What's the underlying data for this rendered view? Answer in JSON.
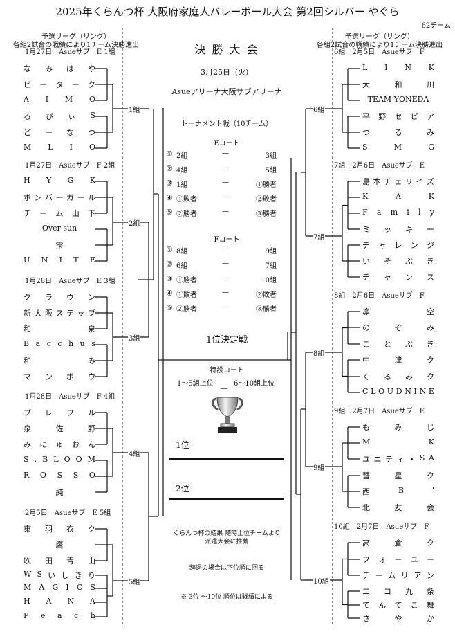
{
  "title": "2025年くらんつ杯 大阪府家庭人バレーボール大会 第2回シルバー やぐら",
  "team_count": "62チーム",
  "left_header": {
    "line1": "予選リーグ（リング）",
    "line2": "各組2試合の戦績により1チーム決勝進出"
  },
  "right_header": {
    "line1": "予選リーグ（リング）",
    "line2": "各組2試合の戦績により1チーム決勝進出"
  },
  "left_groups": [
    {
      "label": "1月27日　Asueサブ　E 1組",
      "tag": "1組",
      "pools": [
        [
          "なみはや",
          "ビーターク",
          "AIMO"
        ],
        [
          "るぴぃS",
          "どーなつ",
          "MLIO"
        ]
      ]
    },
    {
      "label": "1月27日　Asueサブ　F 2組",
      "tag": "2組",
      "pools": [
        [
          "HYGK",
          "ボンバーガール",
          "チーム山下"
        ],
        [
          "Over sun",
          "雫",
          "UNITE"
        ]
      ]
    },
    {
      "label": "1月28日　Asueサブ　E 3組",
      "tag": "3組",
      "pools": [
        [
          "クラウン",
          "新大阪ステップ",
          "和泉"
        ],
        [
          "Bacchus",
          "和み",
          "マンボウ"
        ]
      ]
    },
    {
      "label": "1月28日　Asueサブ　F 4組",
      "tag": "4組",
      "pools": [
        [
          "プレフル",
          "泉佐野",
          "みにゅおん"
        ],
        [
          "S.BLOOM",
          "ROSSO",
          "純"
        ]
      ]
    },
    {
      "label": "2月5日　Asueサブ　E 5組",
      "tag": "5組",
      "pools": [
        [
          "東羽衣ク",
          "鷹",
          "吹田青山"
        ],
        [
          "WSいしきり",
          "MAGICS",
          "HANA",
          "Peach"
        ]
      ]
    }
  ],
  "right_groups": [
    {
      "label": "6組　2月5日　Asueサブ　F",
      "tag": "6組",
      "pools": [
        [
          "LINK",
          "大和川",
          "TEAM YONEDA"
        ],
        [
          "平野セピア",
          "つるみ",
          "SMG"
        ]
      ]
    },
    {
      "label": "7組　2月6日　Asueサブ　E",
      "tag": "7組",
      "pools": [
        [
          "島本チェリイズ",
          "KAK",
          "Family",
          "ミッキー"
        ],
        [
          "チャレンジ",
          "いそぶき",
          "チャンス"
        ]
      ]
    },
    {
      "label": "8組　2月6日　Asueサブ　F",
      "tag": "8組",
      "pools": [
        [
          "凛空",
          "のぞみ",
          "ことぶき"
        ],
        [
          "中津ク",
          "くるみク",
          "CLOUDNINE"
        ]
      ]
    },
    {
      "label": "9組　2月7日　Asueサブ　E",
      "tag": "9組",
      "pools": [
        [
          "もみじ",
          "MK",
          "ユニティ・SA"
        ],
        [
          "彗星ク",
          "西B'",
          "北友会"
        ]
      ]
    },
    {
      "label": "10組　2月7日　Asueサブ　F",
      "tag": "10組",
      "pools": [
        [
          "高倉ク",
          "フォーユー",
          "チームリアン"
        ],
        [
          "エコ九条",
          "てんてこ舞",
          "さやか"
        ]
      ]
    }
  ],
  "center": {
    "heading": "決 勝 大 会",
    "date": "3月25日（火）",
    "venue": "Asueアリーナ大阪サブアリーナ",
    "format": "トーナメント戦（10チーム）",
    "e_court": {
      "name": "Eコート",
      "matches": [
        {
          "no": "①",
          "a": "2組",
          "b": "3組"
        },
        {
          "no": "②",
          "a": "4組",
          "b": "5組"
        },
        {
          "no": "③",
          "a": "1組",
          "b": "①勝者"
        },
        {
          "no": "④",
          "a": "①敗者",
          "b": "②敗者"
        },
        {
          "no": "⑤",
          "a": "②勝者",
          "b": "③勝者"
        }
      ]
    },
    "f_court": {
      "name": "Fコート",
      "matches": [
        {
          "no": "①",
          "a": "8組",
          "b": "9組"
        },
        {
          "no": "②",
          "a": "6組",
          "b": "7組"
        },
        {
          "no": "③",
          "a": "①勝者",
          "b": "10組"
        },
        {
          "no": "④",
          "a": "①敗者",
          "b": "②敗者"
        },
        {
          "no": "⑤",
          "a": "②勝者",
          "b": "③勝者"
        }
      ]
    },
    "dash": "—",
    "final_title": "1位決定戦",
    "special_court": "特設コート",
    "final_sides_left": "1～5組上位",
    "final_sides_right": "6～10組上位",
    "first": "1位",
    "second": "2位",
    "note1": "くらんつ杯の結果 随時上位チームより",
    "note2": "派遣大会に推薦",
    "note3": "辞退の場合は下位順に回る",
    "note4": "※ 3位 ～10位 順位は戦績による"
  }
}
